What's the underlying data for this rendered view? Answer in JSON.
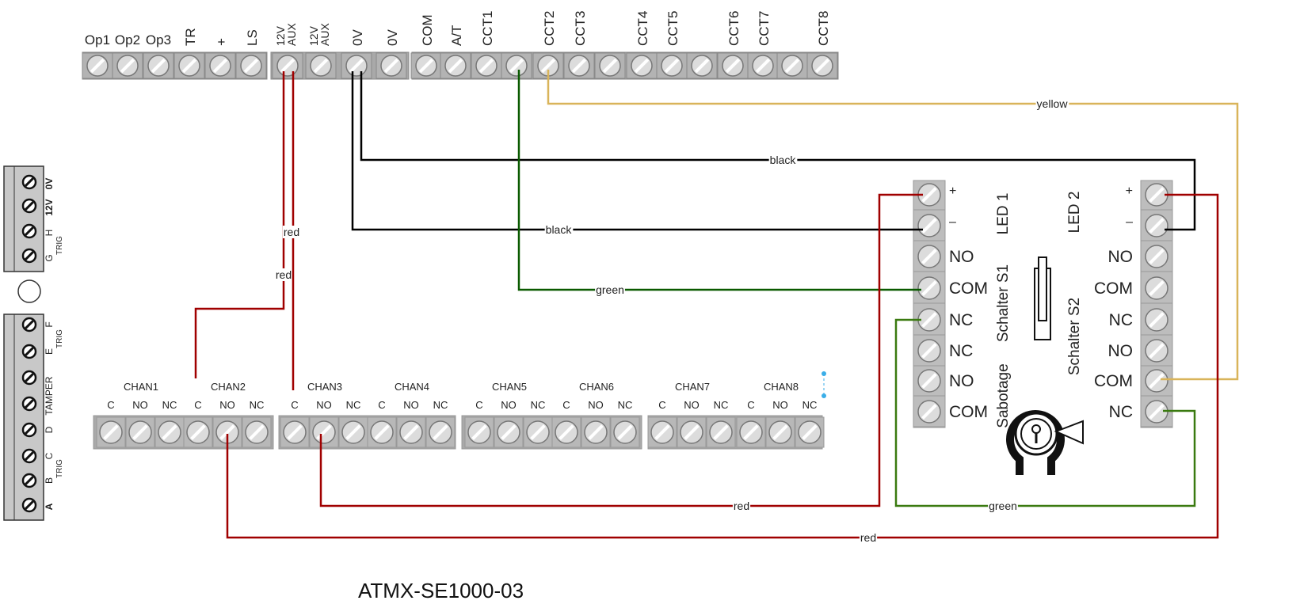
{
  "title": "ATMX-SE1000-03",
  "top_strip": {
    "labels": [
      "Op1",
      "Op2",
      "Op3",
      "TR",
      "+",
      "LS",
      "12V AUX",
      "12V AUX",
      "0V",
      "0V",
      "COM",
      "A/T",
      "CCT1",
      "",
      "CCT2",
      "CCT3",
      "",
      "CCT4",
      "CCT5",
      "",
      "CCT6",
      "CCT7",
      "",
      "CCT8"
    ]
  },
  "left_strip": {
    "upper_labels": [
      "0V",
      "12V",
      "H",
      "G"
    ],
    "upper_group_label": "TRIG",
    "lower_labels": [
      "F",
      "E",
      "TAMPER",
      "D",
      "C",
      "B",
      "A"
    ],
    "lower_group_labels": [
      "TRIG",
      "TRIG"
    ]
  },
  "chan_strip": {
    "channels": [
      "CHAN1",
      "CHAN2",
      "CHAN3",
      "CHAN4",
      "CHAN5",
      "CHAN6",
      "CHAN7",
      "CHAN8"
    ],
    "contacts": [
      "C",
      "NO",
      "NC"
    ]
  },
  "module": {
    "s1_labels": [
      "+",
      "–",
      "NO",
      "COM",
      "NC",
      "NC",
      "NO",
      "COM"
    ],
    "s2_labels": [
      "+",
      "–",
      "NO",
      "COM",
      "NC",
      "NO",
      "COM",
      "NC"
    ],
    "led1": "LED 1",
    "led2": "LED 2",
    "schalter_s1": "Schalter S1",
    "schalter_s2": "Schalter S2",
    "sabotage": "Sabotage"
  },
  "wires": [
    {
      "label": "red",
      "color": "#a00000"
    },
    {
      "label": "red",
      "color": "#a00000"
    },
    {
      "label": "black",
      "color": "#000000"
    },
    {
      "label": "black",
      "color": "#000000"
    },
    {
      "label": "green",
      "color": "#0a5a00"
    },
    {
      "label": "yellow",
      "color": "#d9b45a"
    },
    {
      "label": "red",
      "color": "#a00000"
    },
    {
      "label": "red",
      "color": "#a00000"
    },
    {
      "label": "green",
      "color": "#3a7a10"
    }
  ]
}
